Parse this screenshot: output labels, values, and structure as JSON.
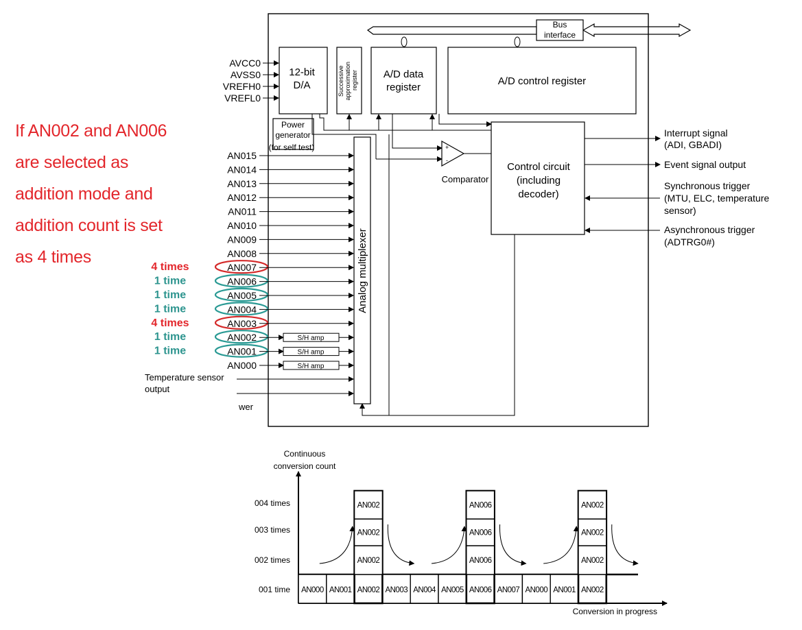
{
  "note": {
    "lines": [
      "If AN002 and AN006",
      "are selected as",
      "addition mode and",
      "addition count is set",
      "as 4 times"
    ]
  },
  "block_diagram": {
    "bus_interface": [
      "Bus",
      "interface"
    ],
    "supply_pins": [
      "AVCC0",
      "AVSS0",
      "VREFH0",
      "VREFL0"
    ],
    "dac": [
      "12-bit",
      "D/A"
    ],
    "sar": [
      "Successive",
      "approximation",
      "register"
    ],
    "adr": [
      "A/D data",
      "register"
    ],
    "control_register": "A/D control register",
    "power_generator": [
      "Power",
      "generator",
      "(for self test)"
    ],
    "comparator": "Comparator",
    "control_circuit": [
      "Control circuit",
      "(including",
      "decoder)"
    ],
    "analog_mux": "Analog multiplexer",
    "sh_amp": "S/H amp",
    "temp_sensor": [
      "Temperature sensor",
      "output"
    ],
    "truncated_label": "wer",
    "channels": [
      "AN015",
      "AN014",
      "AN013",
      "AN012",
      "AN011",
      "AN010",
      "AN009",
      "AN008",
      "AN007",
      "AN006",
      "AN005",
      "AN004",
      "AN003",
      "AN002",
      "AN001",
      "AN000"
    ],
    "outputs": {
      "interrupt": [
        "Interrupt signal",
        "(ADI, GBADI)"
      ],
      "event": "Event signal output",
      "sync": [
        "Synchronous trigger",
        "(MTU, ELC, temperature",
        "sensor)"
      ],
      "async": [
        "Asynchronous trigger",
        "(ADTRG0#)"
      ]
    },
    "channel_counts": [
      {
        "label": "4 times",
        "color": "#e3262b",
        "ring": "#d42a2a"
      },
      {
        "label": "1 time",
        "color": "#2e958f",
        "ring": "#2a9a94"
      },
      {
        "label": "1 time",
        "color": "#2e958f",
        "ring": "#2a9a94"
      },
      {
        "label": "1 time",
        "color": "#2e958f",
        "ring": "#2a9a94"
      },
      {
        "label": "4 times",
        "color": "#e3262b",
        "ring": "#d42a2a"
      },
      {
        "label": "1 time",
        "color": "#2e958f",
        "ring": "#2a9a94"
      },
      {
        "label": "1 time",
        "color": "#2e958f",
        "ring": "#2a9a94"
      }
    ]
  },
  "timing": {
    "ylabel": [
      "Continuous",
      "conversion count"
    ],
    "xlabel": "Conversion in progress",
    "levels": [
      "001 time",
      "002 times",
      "003 times",
      "004 times"
    ],
    "sequence": [
      "AN000",
      "AN001",
      "AN002",
      "AN003",
      "AN004",
      "AN005",
      "AN006",
      "AN007",
      "AN000",
      "AN001",
      "AN002"
    ],
    "stacks": [
      {
        "slot": 2,
        "channel": "AN002"
      },
      {
        "slot": 6,
        "channel": "AN006"
      },
      {
        "slot": 10,
        "channel": "AN002"
      }
    ]
  }
}
